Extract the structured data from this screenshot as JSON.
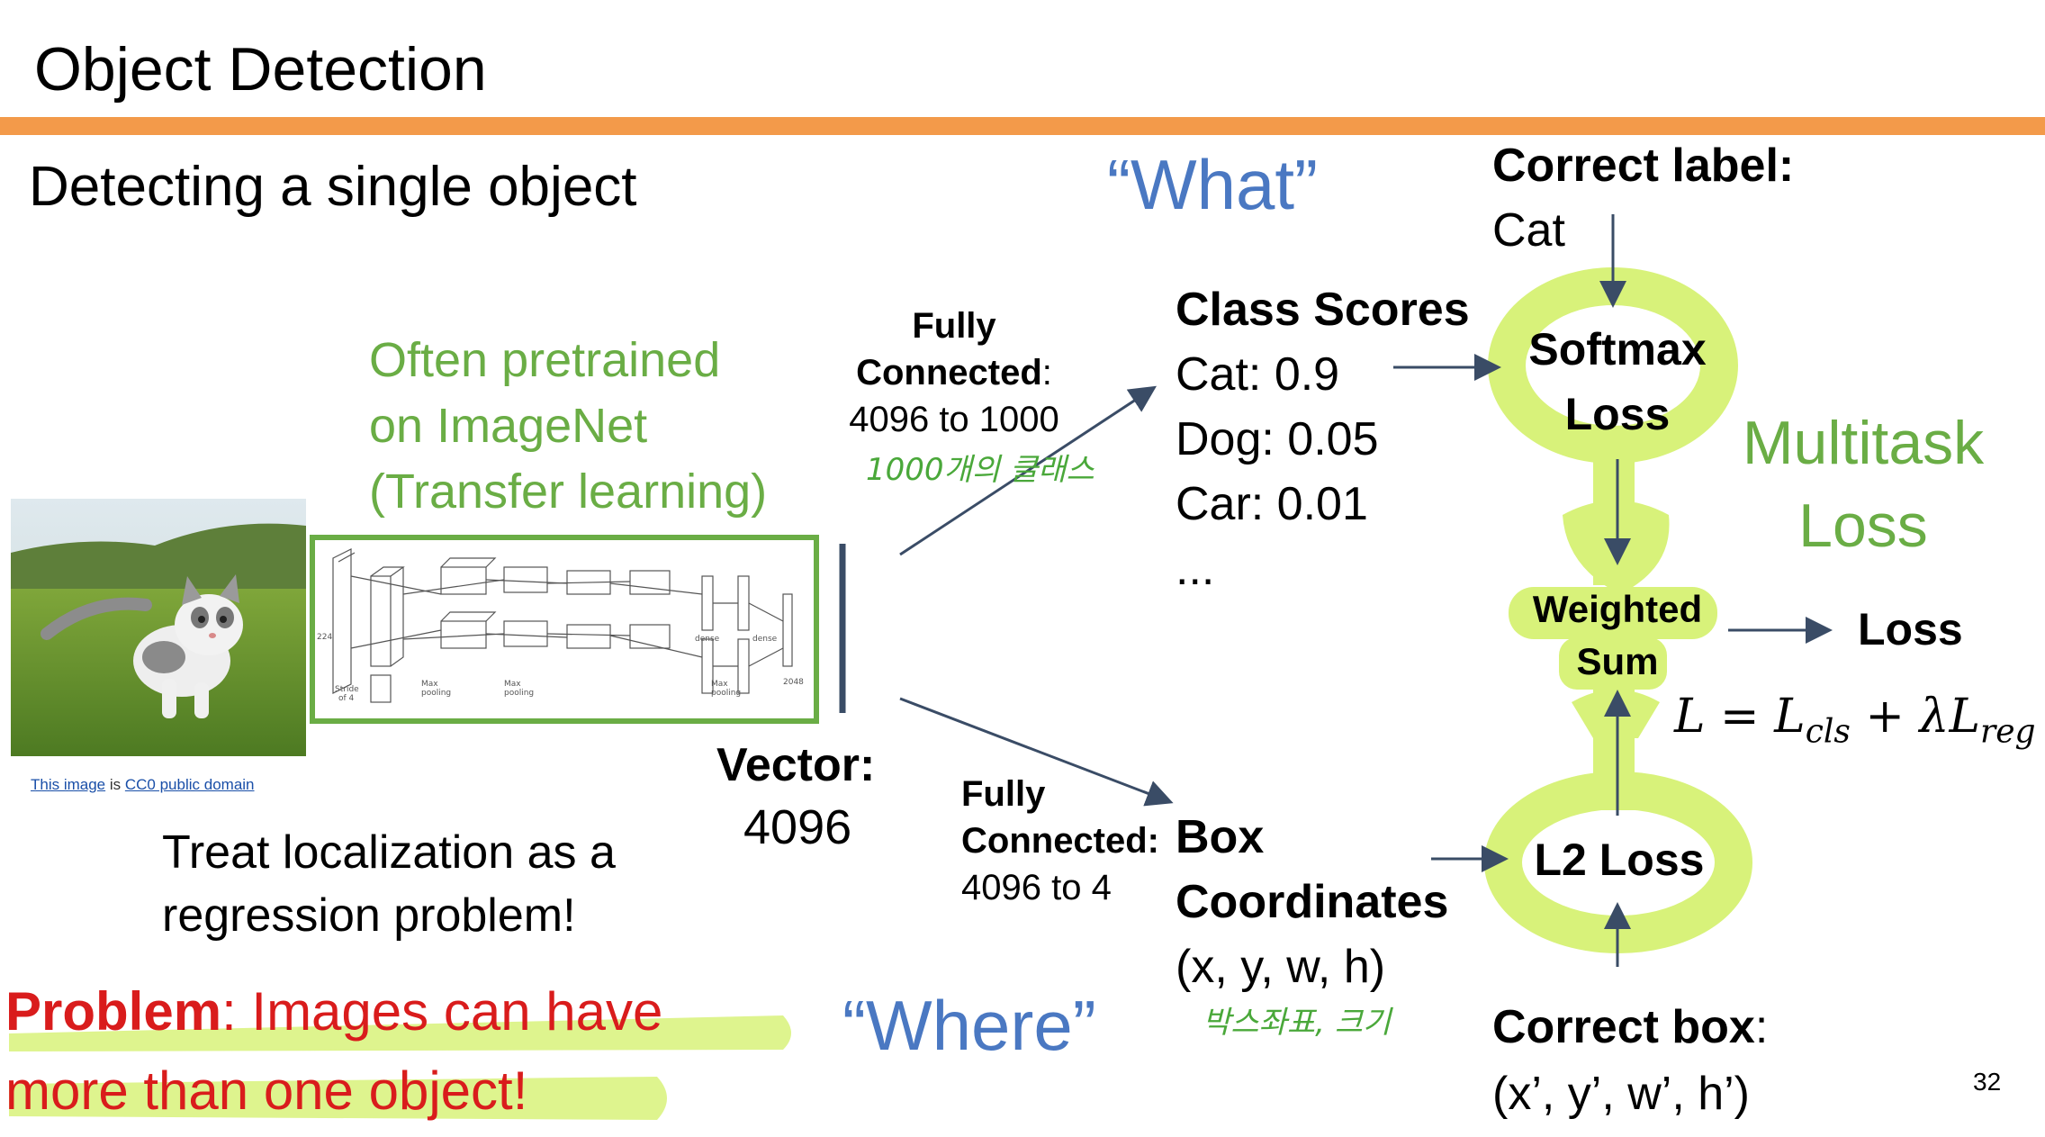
{
  "slide": {
    "title": "Object Detection",
    "subtitle": "Detecting a single object",
    "page_number": "32"
  },
  "pretrained": {
    "line1": "Often pretrained",
    "line2": "on ImageNet",
    "line3": "(Transfer learning)"
  },
  "image_credit": {
    "link1": "This image",
    "mid": " is ",
    "link2": "CC0 public domain"
  },
  "vector": {
    "label": "Vector:",
    "value": "4096"
  },
  "fc_top": {
    "line1": "Fully",
    "line2": "Connected",
    "colon": ":",
    "line3": "4096 to 1000",
    "handwritten": "1000개의 클래스"
  },
  "fc_bottom": {
    "line1": "Fully",
    "line2": "Connected:",
    "line3": "4096 to 4"
  },
  "what_label": "“What”",
  "where_label": "“Where”",
  "class_scores": {
    "title": "Class Scores",
    "items": [
      "Cat: 0.9",
      "Dog: 0.05",
      "Car: 0.01",
      "..."
    ]
  },
  "box_coords": {
    "line1": "Box",
    "line2": "Coordinates",
    "line3": "(x, y, w, h)",
    "handwritten": "박스좌표, 크기"
  },
  "correct_label": {
    "title": "Correct label:",
    "value": "Cat"
  },
  "softmax": {
    "line1": "Softmax",
    "line2": "Loss"
  },
  "multitask": {
    "line1": "Multitask",
    "line2": "Loss"
  },
  "weighted_sum": {
    "line1": "Weighted",
    "line2": "Sum"
  },
  "loss_out": "Loss",
  "l2_loss": "L2 Loss",
  "correct_box": {
    "title": "Correct box",
    "colon": ":",
    "value": "(x’, y’, w’, h’)"
  },
  "localization_note": {
    "line1": "Treat localization as a",
    "line2": "regression problem!"
  },
  "problem": {
    "bold": "Problem",
    "rest": ": Images can have",
    "line2": "more than one object!"
  },
  "colors": {
    "orange": "#f39a4a",
    "green": "#6aad45",
    "blue": "#4a78c2",
    "highlight": "#d8f27a",
    "red": "#d91c1c"
  }
}
